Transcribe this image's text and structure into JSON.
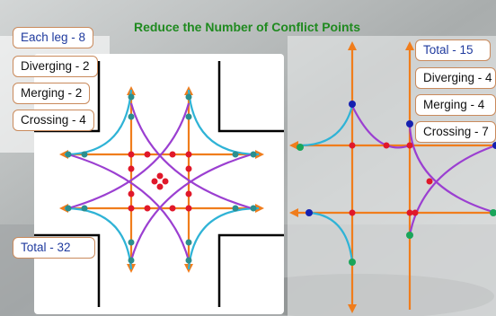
{
  "title": "Reduce the Number of Conflict Points",
  "left_panel": {
    "each_leg": "Each leg - 8",
    "diverging": "Diverging - 2",
    "merging": "Merging - 2",
    "crossing": "Crossing - 4",
    "total": "Total - 32"
  },
  "right_panel": {
    "total": "Total - 15",
    "diverging": "Diverging - 4",
    "merging": "Merging - 4",
    "crossing": "Crossing - 7"
  },
  "colors": {
    "title": "#1f8a1f",
    "box_border": "#c98a5c",
    "blue_text": "#1f3a9e",
    "movement_orange": "#f07d1c",
    "turn_cyan": "#2fb3d6",
    "turn_purple": "#9b3fd1",
    "crossing_point": "#e0182a",
    "merging_point": "#1aa55a",
    "diverging_point": "#1420b0",
    "node_teal": "#2b8f8f"
  }
}
